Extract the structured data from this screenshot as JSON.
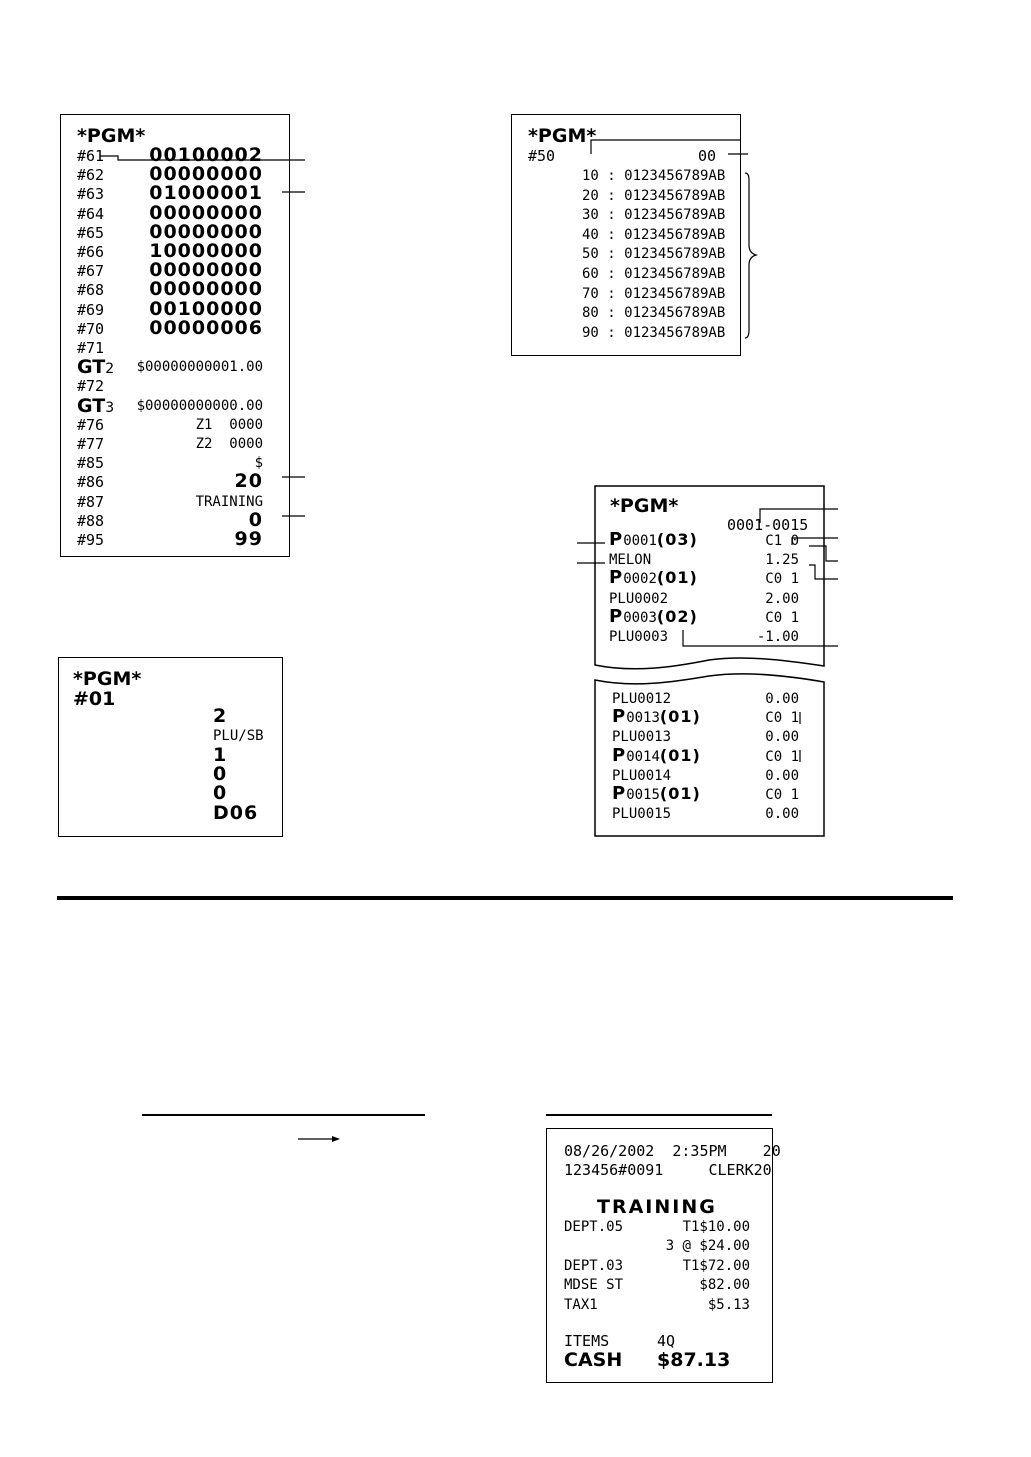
{
  "box1": {
    "header": "*PGM*",
    "rows": [
      {
        "label": "#61",
        "value": "00100002",
        "style": "big"
      },
      {
        "label": "#62",
        "value": "00000000",
        "style": "big"
      },
      {
        "label": "#63",
        "value": "01000001",
        "style": "big"
      },
      {
        "label": "#64",
        "value": "00000000",
        "style": "big"
      },
      {
        "label": "#65",
        "value": "00000000",
        "style": "big"
      },
      {
        "label": "#66",
        "value": "10000000",
        "style": "big"
      },
      {
        "label": "#67",
        "value": "00000000",
        "style": "big"
      },
      {
        "label": "#68",
        "value": "00000000",
        "style": "big"
      },
      {
        "label": "#69",
        "value": "00100000",
        "style": "big"
      },
      {
        "label": "#70",
        "value": "00000006",
        "style": "big"
      },
      {
        "label": "#71",
        "value": "",
        "style": "small"
      },
      {
        "label": "GT2",
        "value": "$00000000001.00",
        "style": "gt"
      },
      {
        "label": "#72",
        "value": "",
        "style": "small"
      },
      {
        "label": "GT3",
        "value": "$00000000000.00",
        "style": "gt"
      },
      {
        "label": "#76",
        "value": "Z1  0000",
        "style": "small"
      },
      {
        "label": "#77",
        "value": "Z2  0000",
        "style": "small"
      },
      {
        "label": "#85",
        "value": "$",
        "style": "small"
      },
      {
        "label": "#86",
        "value": "20",
        "style": "big"
      },
      {
        "label": "#87",
        "value": "TRAINING",
        "style": "small"
      },
      {
        "label": "#88",
        "value": "0",
        "style": "big"
      },
      {
        "label": "#95",
        "value": "99",
        "style": "big"
      }
    ]
  },
  "box2": {
    "header": "*PGM*",
    "label": "#50",
    "code": "00",
    "rows": [
      "10 : 0123456789AB",
      "20 : 0123456789AB",
      "30 : 0123456789AB",
      "40 : 0123456789AB",
      "50 : 0123456789AB",
      "60 : 0123456789AB",
      "70 : 0123456789AB",
      "80 : 0123456789AB",
      "90 : 0123456789AB"
    ]
  },
  "box3": {
    "header": "*PGM*",
    "sub": "#01",
    "values": [
      {
        "v": "2",
        "style": "big"
      },
      {
        "v": "PLU/SB",
        "style": "small"
      },
      {
        "v": "1",
        "style": "big"
      },
      {
        "v": "0",
        "style": "big"
      },
      {
        "v": "0",
        "style": "big"
      },
      {
        "v": "D06",
        "style": "big"
      }
    ]
  },
  "box4": {
    "header": "*PGM*",
    "range": "0001-0015",
    "rows": [
      {
        "p": "P",
        "num": "0001",
        "grp": "(03)",
        "val": "C1 0"
      },
      {
        "name": "MELON",
        "val": "1.25"
      },
      {
        "p": "P",
        "num": "0002",
        "grp": "(01)",
        "val": "C0 1"
      },
      {
        "name": "PLU0002",
        "val": "2.00"
      },
      {
        "p": "P",
        "num": "0003",
        "grp": "(02)",
        "val": "C0 1"
      },
      {
        "name": "PLU0003",
        "val": "-1.00"
      }
    ]
  },
  "box5": {
    "rows": [
      {
        "name": "PLU0012",
        "val": "0.00"
      },
      {
        "p": "P",
        "num": "0013",
        "grp": "(01)",
        "val": "C0 1"
      },
      {
        "name": "PLU0013",
        "val": "0.00"
      },
      {
        "p": "P",
        "num": "0014",
        "grp": "(01)",
        "val": "C0 1"
      },
      {
        "name": "PLU0014",
        "val": "0.00"
      },
      {
        "p": "P",
        "num": "0015",
        "grp": "(01)",
        "val": "C0 1"
      },
      {
        "name": "PLU0015",
        "val": "0.00"
      }
    ]
  },
  "receipt": {
    "line1": "08/26/2002  2:35PM    20",
    "line2": "123456#0091     CLERK20",
    "title": "TRAINING",
    "items": [
      {
        "left": "DEPT.05",
        "right": "T1$10.00"
      },
      {
        "left": "",
        "right": "3 @ $24.00"
      },
      {
        "left": "DEPT.03",
        "right": "T1$72.00"
      },
      {
        "left": "MDSE ST",
        "right": "$82.00"
      },
      {
        "left": "TAX1",
        "right": "$5.13"
      }
    ],
    "items_label": "ITEMS",
    "items_count": "4Q",
    "cash_label": "CASH",
    "cash_value": "$87.13"
  }
}
